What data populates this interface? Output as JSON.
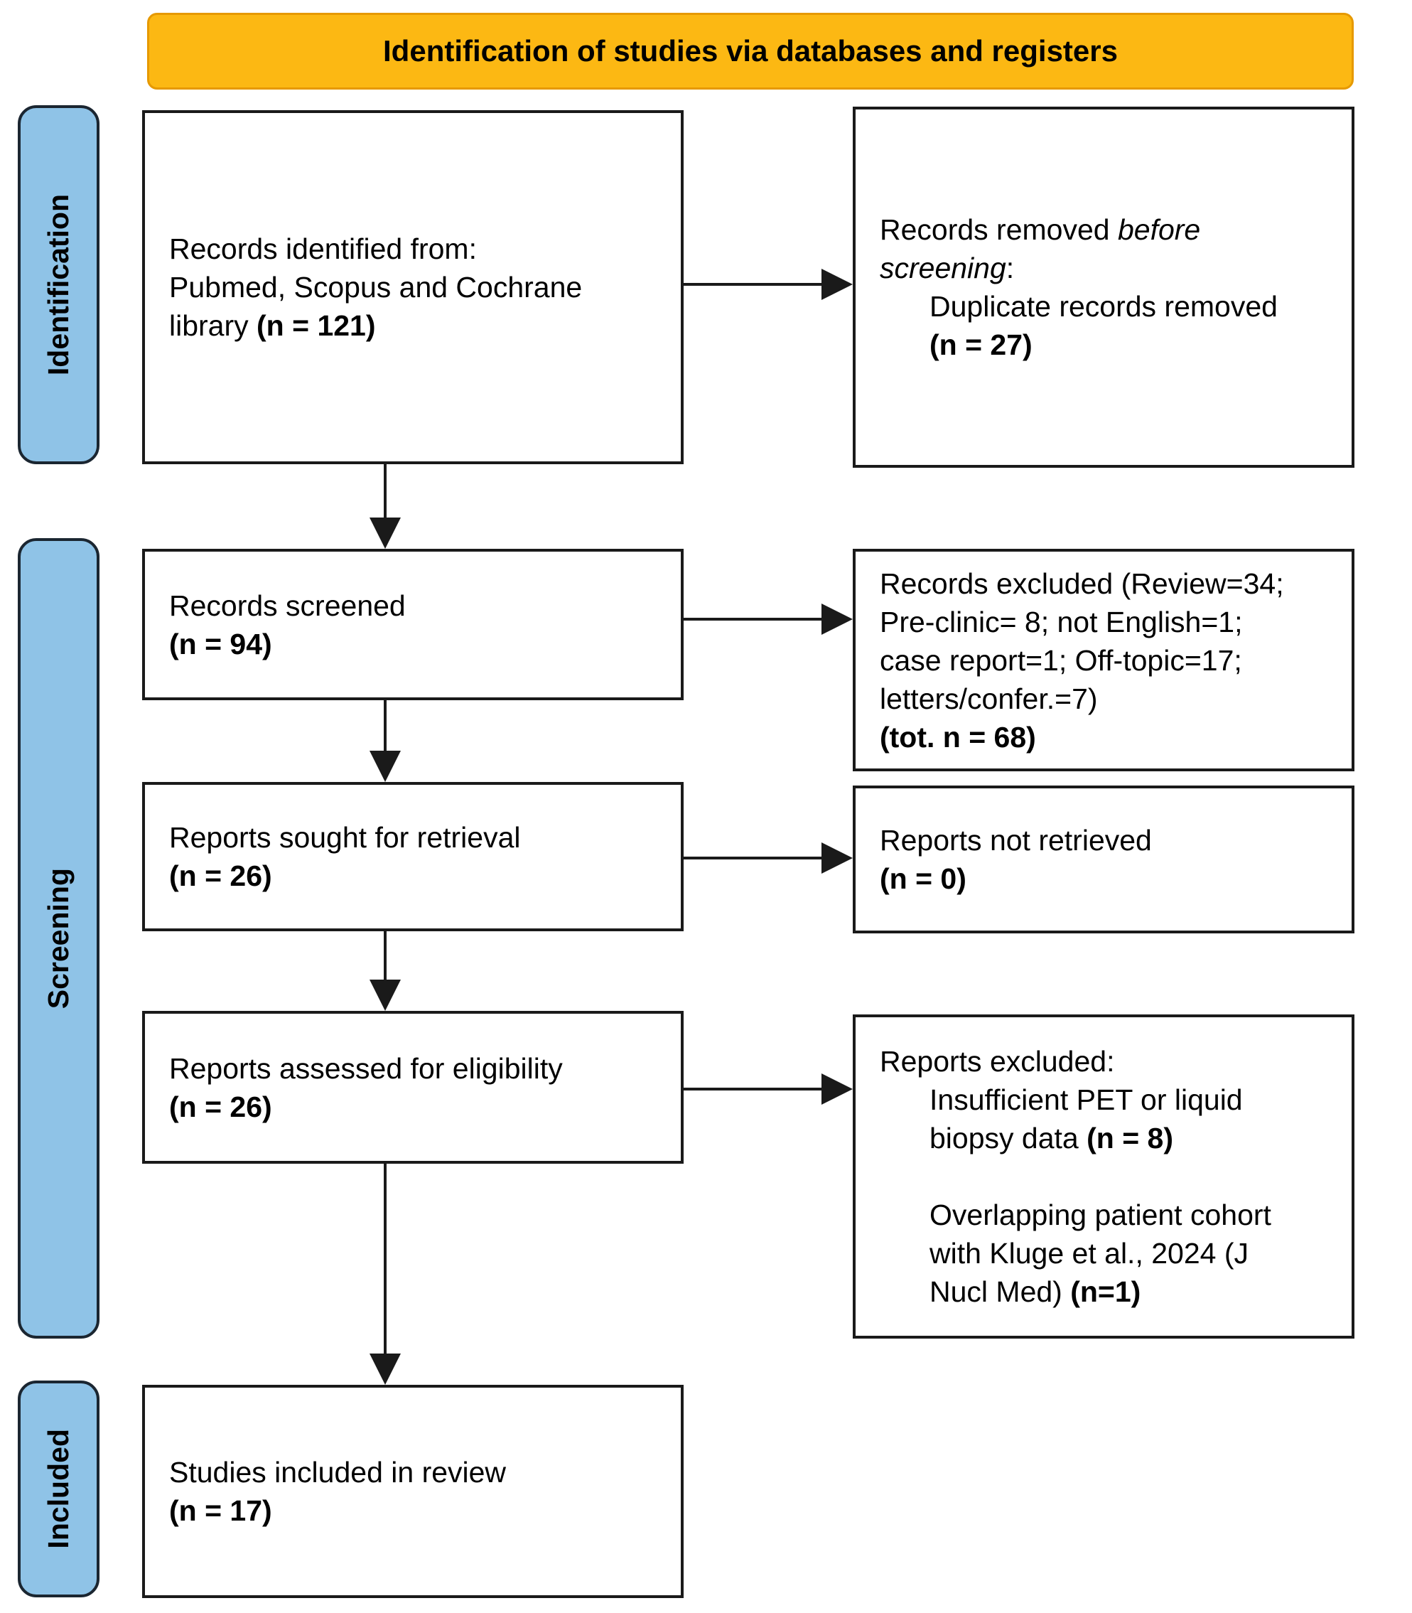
{
  "banner": {
    "title": "Identification of studies via databases and registers"
  },
  "stages": {
    "identification": "Identification",
    "screening": "Screening",
    "included": "Included"
  },
  "boxes": {
    "records_identified": {
      "l1": "Records identified from:",
      "l2": "Pubmed, Scopus and Cochrane",
      "l3_text": "library ",
      "l3_n": "(n = 121)"
    },
    "records_removed": {
      "l1_text": "Records removed ",
      "l1_italic": "before",
      "l2_italic": "screening",
      "l2_text": ":",
      "l3": "Duplicate records removed",
      "l4_n": "(n = 27)"
    },
    "records_screened": {
      "l1": "Records screened",
      "l2_n": "(n = 94)"
    },
    "records_excluded": {
      "l1": "Records excluded (Review=34;",
      "l2": "Pre-clinic= 8; not English=1;",
      "l3": "case report=1; Off-topic=17;",
      "l4": "letters/confer.=7)",
      "l5_n": "(tot. n = 68)"
    },
    "reports_sought": {
      "l1": "Reports sought for retrieval",
      "l2_n": "(n = 26)"
    },
    "reports_not_retrieved": {
      "l1": "Reports not retrieved",
      "l2_n": "(n = 0)"
    },
    "reports_assessed": {
      "l1": "Reports assessed for eligibility",
      "l2_n": "(n = 26)"
    },
    "reports_excluded": {
      "l1": "Reports excluded:",
      "l2": "Insufficient PET or liquid",
      "l3_text": "biopsy data ",
      "l3_n": "(n = 8)",
      "l4": "Overlapping patient cohort",
      "l5": "with Kluge et al., 2024 (J",
      "l6_text": "Nucl Med) ",
      "l6_n": "(n=1)"
    },
    "studies_included": {
      "l1": "Studies included in review",
      "l2_n": "(n = 17)"
    }
  },
  "colors": {
    "banner_fill": "#FCB813",
    "banner_border": "#E69900",
    "stage_fill": "#8FC3E7",
    "stage_border": "#1B2631",
    "box_border": "#1A1A1A",
    "arrow": "#1A1A1A",
    "text": "#000000"
  }
}
